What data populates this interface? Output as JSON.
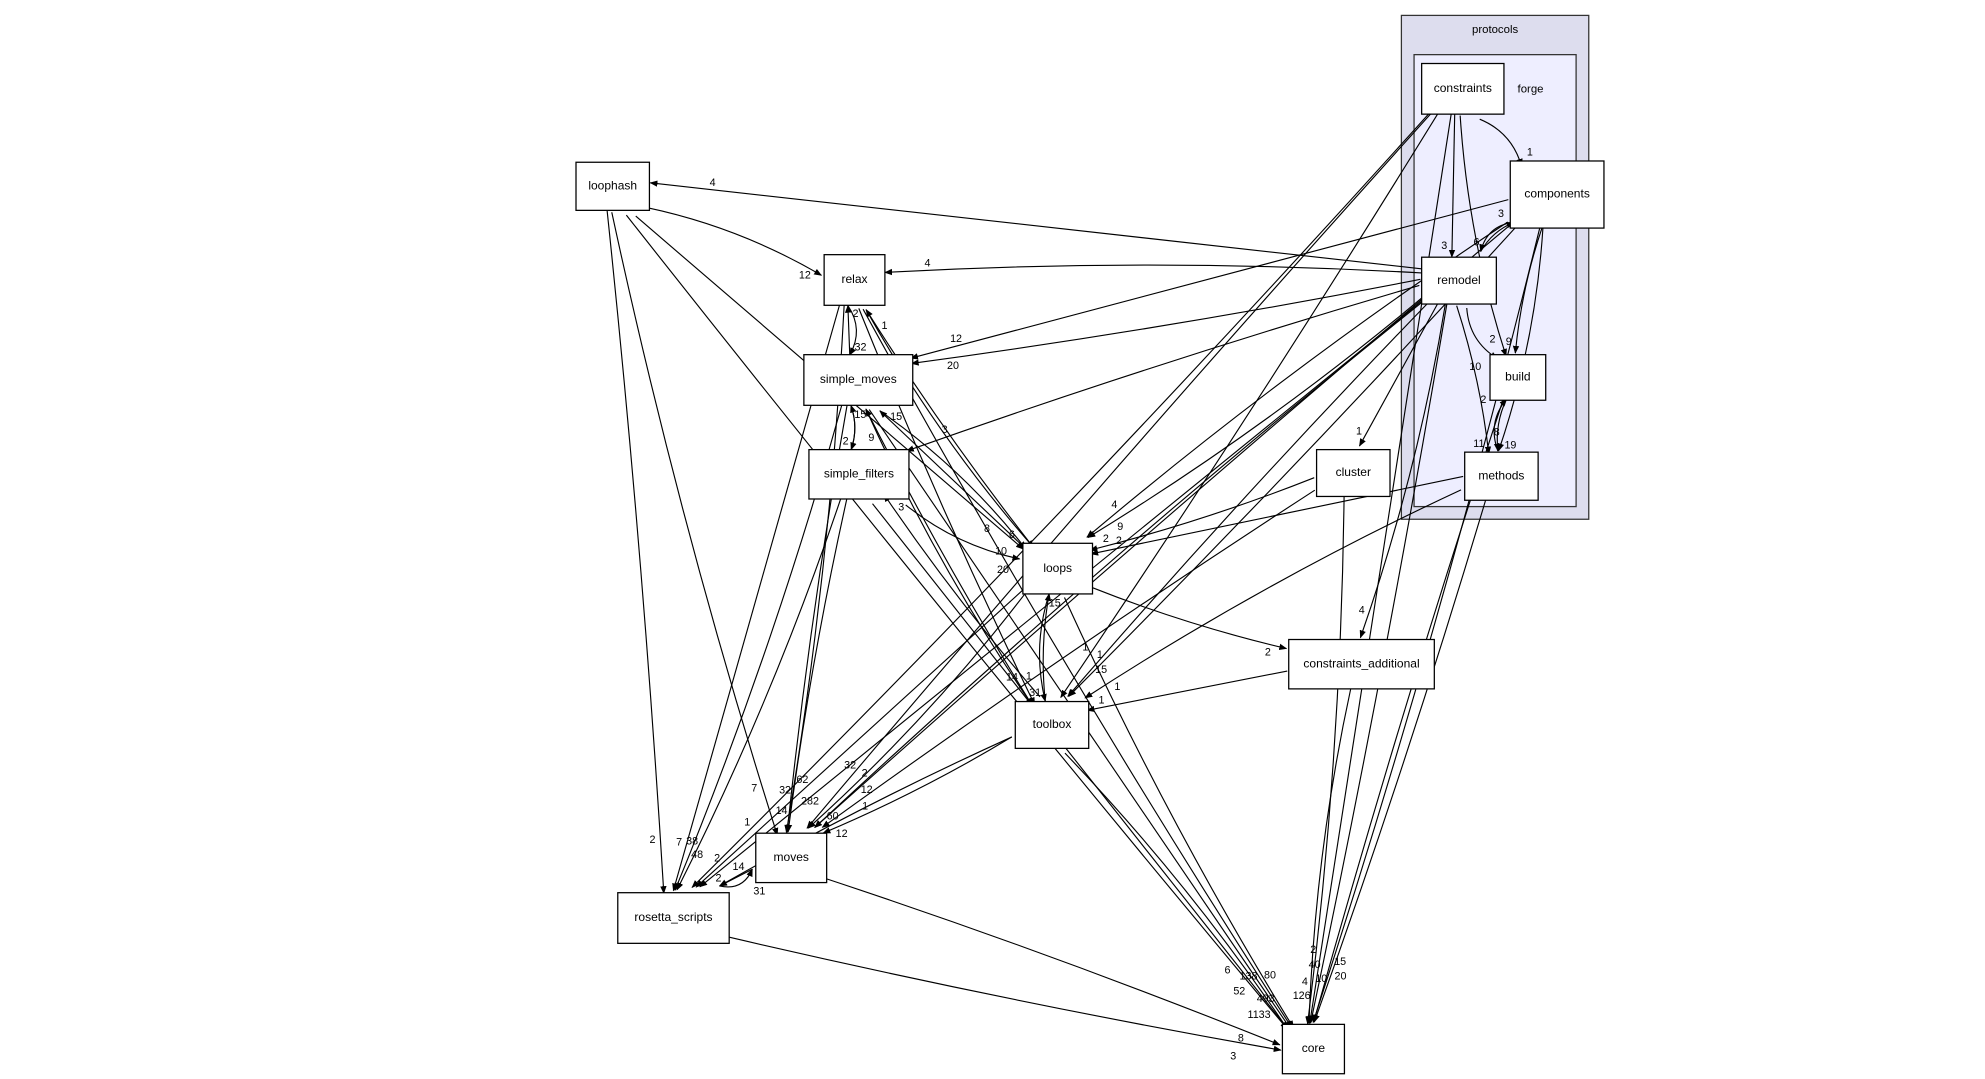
{
  "clusters": {
    "protocols": {
      "label": "protocols",
      "fill": "#ddddee"
    },
    "forge": {
      "label": "forge",
      "fill": "#eeeeff"
    }
  },
  "nodes": [
    {
      "id": "constraints",
      "label": "constraints",
      "highlight": false
    },
    {
      "id": "components",
      "label": "components",
      "highlight": false
    },
    {
      "id": "remodel",
      "label": "remodel",
      "highlight": false
    },
    {
      "id": "build",
      "label": "build",
      "highlight": true
    },
    {
      "id": "methods",
      "label": "methods",
      "highlight": false
    },
    {
      "id": "loophash",
      "label": "loophash",
      "highlight": false
    },
    {
      "id": "relax",
      "label": "relax",
      "highlight": true
    },
    {
      "id": "simple_moves",
      "label": "simple_moves",
      "highlight": true
    },
    {
      "id": "simple_filters",
      "label": "simple_filters",
      "highlight": false
    },
    {
      "id": "loops",
      "label": "loops",
      "highlight": true
    },
    {
      "id": "cluster",
      "label": "cluster",
      "highlight": false
    },
    {
      "id": "constraints_additional",
      "label": "constraints_additional",
      "highlight": false
    },
    {
      "id": "toolbox",
      "label": "toolbox",
      "highlight": true
    },
    {
      "id": "moves",
      "label": "moves",
      "highlight": false
    },
    {
      "id": "rosetta_scripts",
      "label": "rosetta_scripts",
      "highlight": false
    },
    {
      "id": "core",
      "label": "core",
      "highlight": true
    }
  ],
  "colors": {
    "highlight_border": "#ff0000",
    "normal_border": "#000000"
  },
  "edges": [
    {
      "from": "constraints",
      "to": "components",
      "label": "1"
    },
    {
      "from": "constraints",
      "to": "remodel",
      "label": "3"
    },
    {
      "from": "constraints",
      "to": "build",
      "label": "2"
    },
    {
      "from": "constraints",
      "to": "toolbox",
      "label": "1"
    },
    {
      "from": "constraints",
      "to": "moves",
      "label": "32"
    },
    {
      "from": "constraints",
      "to": "rosetta_scripts",
      "label": "1"
    },
    {
      "from": "constraints",
      "to": "core",
      "label": "2"
    },
    {
      "from": "components",
      "to": "remodel",
      "label": "6"
    },
    {
      "from": "remodel",
      "to": "components",
      "label": "3"
    },
    {
      "from": "components",
      "to": "build",
      "label": "9"
    },
    {
      "from": "components",
      "to": "methods",
      "label": "8"
    },
    {
      "from": "components",
      "to": "simple_moves",
      "label": "12"
    },
    {
      "from": "components",
      "to": "loops",
      "label": "4"
    },
    {
      "from": "components",
      "to": "toolbox",
      "label": "1"
    },
    {
      "from": "components",
      "to": "moves",
      "label": "2"
    },
    {
      "from": "components",
      "to": "core",
      "label": "15"
    },
    {
      "from": "remodel",
      "to": "loophash",
      "label": "4"
    },
    {
      "from": "remodel",
      "to": "relax",
      "label": "4"
    },
    {
      "from": "remodel",
      "to": "simple_moves",
      "label": "20"
    },
    {
      "from": "remodel",
      "to": "simple_filters",
      "label": "3"
    },
    {
      "from": "remodel",
      "to": "loops",
      "label": "9"
    },
    {
      "from": "remodel",
      "to": "cluster",
      "label": "1"
    },
    {
      "from": "remodel",
      "to": "build",
      "label": "10"
    },
    {
      "from": "remodel",
      "to": "methods",
      "label": "11"
    },
    {
      "from": "remodel",
      "to": "toolbox",
      "label": "15"
    },
    {
      "from": "remodel",
      "to": "constraints_additional",
      "label": "4"
    },
    {
      "from": "remodel",
      "to": "rosetta_scripts",
      "label": "14"
    },
    {
      "from": "remodel",
      "to": "moves",
      "label": "12"
    },
    {
      "from": "remodel",
      "to": "core",
      "label": "40"
    },
    {
      "from": "build",
      "to": "methods",
      "label": "19"
    },
    {
      "from": "methods",
      "to": "build",
      "label": "2"
    },
    {
      "from": "methods",
      "to": "loops",
      "label": "2"
    },
    {
      "from": "methods",
      "to": "toolbox",
      "label": "1"
    },
    {
      "from": "methods",
      "to": "core",
      "label": "10"
    },
    {
      "from": "build",
      "to": "core",
      "label": "20"
    },
    {
      "from": "loophash",
      "to": "relax",
      "label": "12"
    },
    {
      "from": "loophash",
      "to": "loops",
      "label": "8"
    },
    {
      "from": "loophash",
      "to": "moves",
      "label": "7"
    },
    {
      "from": "loophash",
      "to": "rosetta_scripts",
      "label": "2"
    },
    {
      "from": "loophash",
      "to": "core",
      "label": "6"
    },
    {
      "from": "relax",
      "to": "simple_moves",
      "label": "32"
    },
    {
      "from": "simple_moves",
      "to": "relax",
      "label": "2"
    },
    {
      "from": "relax",
      "to": "loops",
      "label": "6"
    },
    {
      "from": "loops",
      "to": "relax",
      "label": "1"
    },
    {
      "from": "relax",
      "to": "toolbox",
      "label": "14"
    },
    {
      "from": "relax",
      "to": "moves",
      "label": "32"
    },
    {
      "from": "relax",
      "to": "rosetta_scripts",
      "label": "7"
    },
    {
      "from": "relax",
      "to": "core",
      "label": "138"
    },
    {
      "from": "simple_moves",
      "to": "simple_filters",
      "label": "2"
    },
    {
      "from": "simple_filters",
      "to": "simple_moves",
      "label": "15"
    },
    {
      "from": "simple_moves",
      "to": "loops",
      "label": "10"
    },
    {
      "from": "loops",
      "to": "simple_moves",
      "label": "15"
    },
    {
      "from": "simple_moves",
      "to": "toolbox",
      "label": "1"
    },
    {
      "from": "toolbox",
      "to": "simple_moves",
      "label": "9"
    },
    {
      "from": "simple_moves",
      "to": "moves",
      "label": "282"
    },
    {
      "from": "simple_moves",
      "to": "rosetta_scripts",
      "label": "48"
    },
    {
      "from": "simple_moves",
      "to": "core",
      "label": "52"
    },
    {
      "from": "simple_filters",
      "to": "loops",
      "label": "20"
    },
    {
      "from": "toolbox",
      "to": "simple_filters",
      "label": "3"
    },
    {
      "from": "simple_filters",
      "to": "moves",
      "label": "62"
    },
    {
      "from": "simple_filters",
      "to": "rosetta_scripts",
      "label": "38"
    },
    {
      "from": "simple_filters",
      "to": "core",
      "label": "80"
    },
    {
      "from": "loops",
      "to": "toolbox",
      "label": "31"
    },
    {
      "from": "toolbox",
      "to": "loops",
      "label": "15"
    },
    {
      "from": "loops",
      "to": "constraints_additional",
      "label": "2"
    },
    {
      "from": "loops",
      "to": "moves",
      "label": "60"
    },
    {
      "from": "loops",
      "to": "rosetta_scripts",
      "label": "2"
    },
    {
      "from": "loops",
      "to": "core",
      "label": "493"
    },
    {
      "from": "cluster",
      "to": "loops",
      "label": "2"
    },
    {
      "from": "cluster",
      "to": "moves",
      "label": "1"
    },
    {
      "from": "cluster",
      "to": "core",
      "label": "4"
    },
    {
      "from": "constraints_additional",
      "to": "toolbox",
      "label": "1"
    },
    {
      "from": "constraints_additional",
      "to": "core",
      "label": "126"
    },
    {
      "from": "toolbox",
      "to": "moves",
      "label": "12"
    },
    {
      "from": "toolbox",
      "to": "rosetta_scripts",
      "label": "14"
    },
    {
      "from": "toolbox",
      "to": "core",
      "label": "1133"
    },
    {
      "from": "moves",
      "to": "rosetta_scripts",
      "label": "2"
    },
    {
      "from": "rosetta_scripts",
      "to": "moves",
      "label": "31"
    },
    {
      "from": "moves",
      "to": "core",
      "label": "8"
    },
    {
      "from": "rosetta_scripts",
      "to": "core",
      "label": "3"
    }
  ]
}
